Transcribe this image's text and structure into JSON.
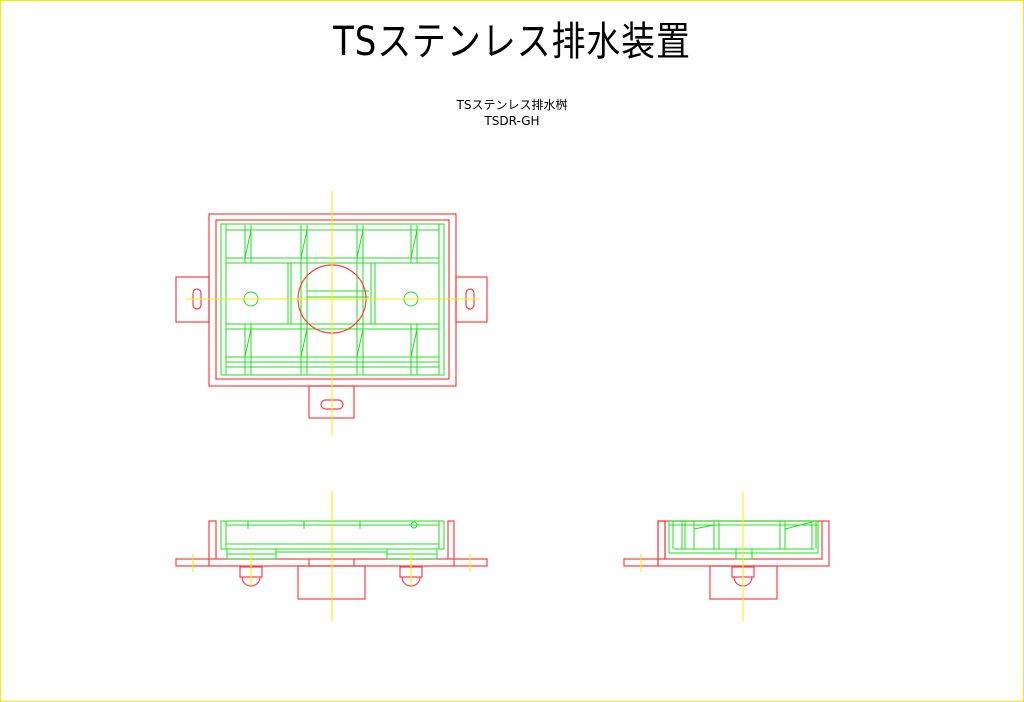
{
  "title": "TSステンレス排水装置",
  "drawing": {
    "name": "TSステンレス排水桝",
    "model": "TSDR-GH"
  },
  "views": [
    "plan-view",
    "front-view",
    "side-view"
  ],
  "colors": {
    "outline": "#ff4040",
    "grating": "#20e020",
    "centerline": "#f0f000",
    "border": "#f0f000"
  }
}
